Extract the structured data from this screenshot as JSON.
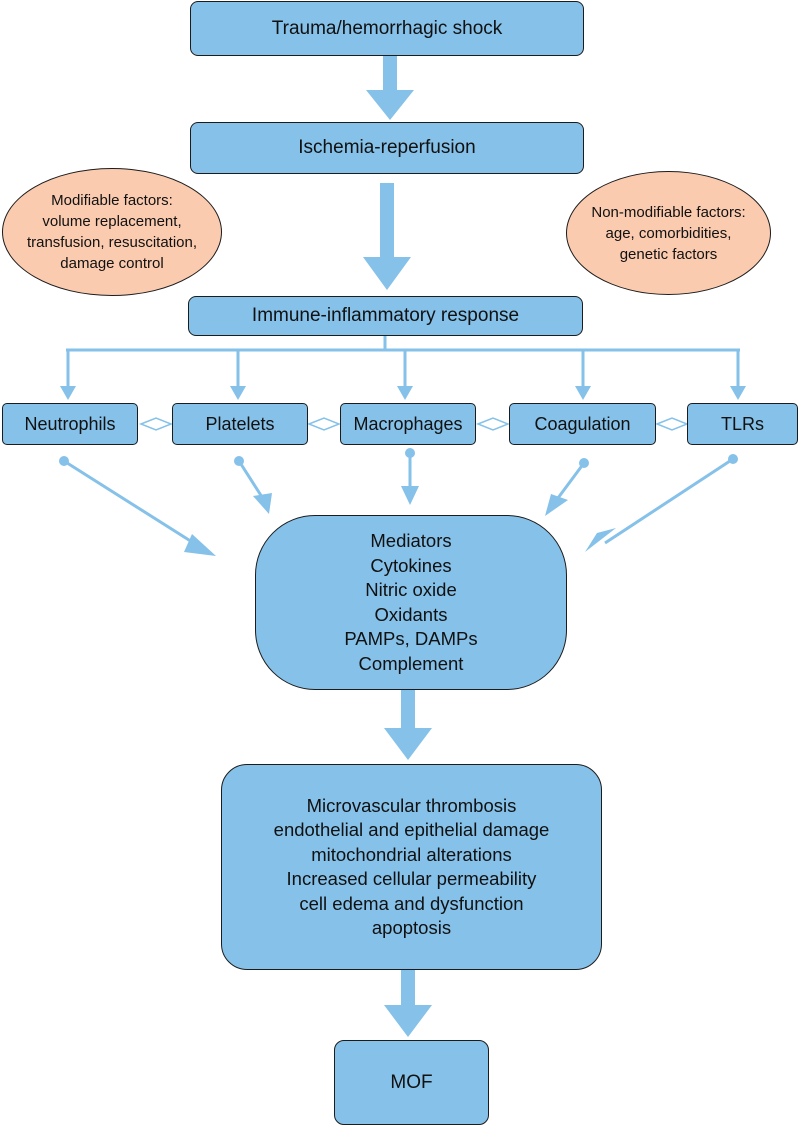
{
  "nodes": {
    "trauma": "Trauma/hemorrhagic shock",
    "ischemia": "Ischemia-reperfusion",
    "immune": "Immune-inflammatory response",
    "neutrophils": "Neutrophils",
    "platelets": "Platelets",
    "macrophages": "Macrophages",
    "coagulation": "Coagulation",
    "tlrs": "TLRs",
    "mof": "MOF"
  },
  "modifiable": [
    "Modifiable factors:",
    "volume replacement,",
    "transfusion, resuscitation,",
    "damage control"
  ],
  "non_modifiable": [
    "Non-modifiable factors:",
    "age, comorbidities,",
    "genetic factors"
  ],
  "mediators": [
    "Mediators",
    "Cytokines",
    "Nitric oxide",
    "Oxidants",
    "PAMPs, DAMPs",
    "Complement"
  ],
  "damage": [
    "Microvascular thrombosis",
    "endothelial and epithelial damage",
    "mitochondrial alterations",
    "Increased cellular permeability",
    "cell edema and dysfunction",
    "apoptosis"
  ],
  "colors": {
    "box": "#85c1e9",
    "oval": "#fbcbb0",
    "arrow": "#85c1e9",
    "border": "#1c1c1c"
  }
}
